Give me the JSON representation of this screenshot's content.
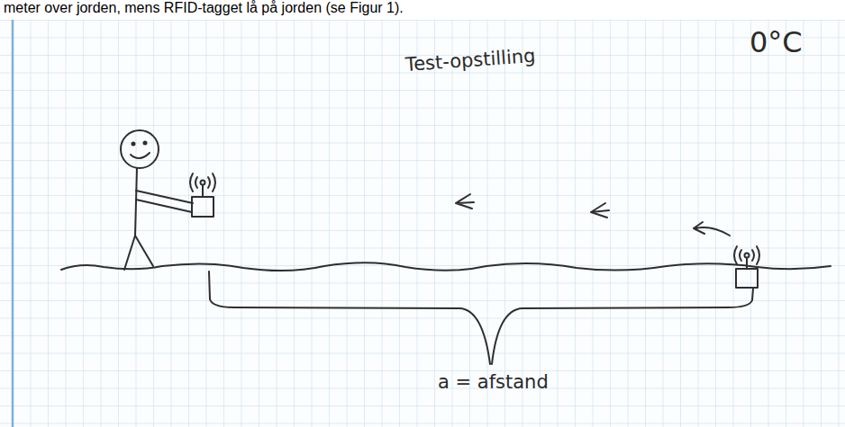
{
  "diagram": {
    "title": "Test-opstilling",
    "labels": [
      "meter over jorden, mens RFID-tagget lå på jorden (se Figur 1).",
      "0°C",
      "a = afstand"
    ]
  }
}
